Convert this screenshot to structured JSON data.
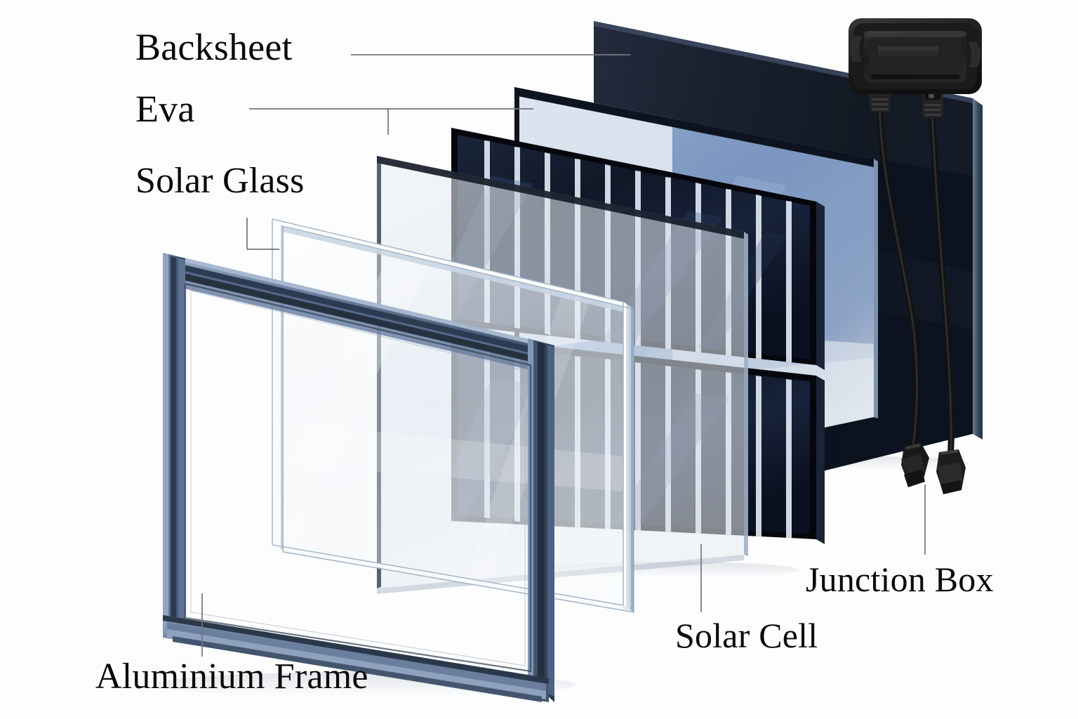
{
  "diagram": {
    "title": "Solar Panel Exploded View",
    "background_color": "#fdfdfd",
    "label_color": "#0a0a0a",
    "leader_line_color": "#6d7378"
  },
  "labels": {
    "backsheet": "Backsheet",
    "eva": "Eva",
    "solar_glass": "Solar Glass",
    "aluminium_frame": "Aluminium Frame",
    "solar_cell": "Solar Cell",
    "junction_box": "Junction Box"
  },
  "layers": [
    {
      "name": "backsheet",
      "label": "Backsheet",
      "order": 1,
      "color": "#0e1624",
      "edge_color": "#2f3d52",
      "description": "Dark navy rear protective sheet"
    },
    {
      "name": "eva_rear",
      "label": "Eva",
      "order": 2,
      "color": "#7e9ac4",
      "edge_color": "#11161f",
      "description": "Translucent blue encapsulant film"
    },
    {
      "name": "solar_cell",
      "label": "Solar Cell",
      "order": 3,
      "color": "#131b2b",
      "edge_color": "#05070c",
      "busbar_color": "#e8eef6",
      "cell_columns": 11,
      "cell_rows": 2,
      "description": "Monocrystalline half-cut cells with busbars"
    },
    {
      "name": "eva_front",
      "label": "Eva",
      "order": 4,
      "color": "#dfe6ee",
      "edge_color": "#11161f",
      "description": "Front encapsulant film"
    },
    {
      "name": "solar_glass",
      "label": "Solar Glass",
      "order": 5,
      "color": "#eef3f8",
      "edge_color": "#8fa3b8",
      "description": "Thick tempered low-iron glass slab"
    },
    {
      "name": "aluminium_frame",
      "label": "Aluminium Frame",
      "order": 6,
      "color": "#43556f",
      "highlight_color": "#8fa2bc",
      "shadow_color": "#27344a",
      "description": "Anodised aluminium perimeter frame"
    },
    {
      "name": "junction_box",
      "label": "Junction Box",
      "order": 7,
      "color": "#191919",
      "body_color": "#2a2a2a",
      "cable_color": "#121212",
      "connector_count": 2,
      "description": "Black IP67 junction box with two MC4 cables"
    }
  ],
  "leaders": [
    {
      "name": "backsheet-leader",
      "from_label": "Backsheet"
    },
    {
      "name": "eva-leader",
      "from_label": "Eva"
    },
    {
      "name": "solar-glass-leader",
      "from_label": "Solar Glass"
    },
    {
      "name": "aluminium-frame-leader",
      "from_label": "Aluminium Frame"
    },
    {
      "name": "solar-cell-leader",
      "from_label": "Solar Cell"
    },
    {
      "name": "junction-box-leader",
      "from_label": "Junction Box"
    }
  ]
}
